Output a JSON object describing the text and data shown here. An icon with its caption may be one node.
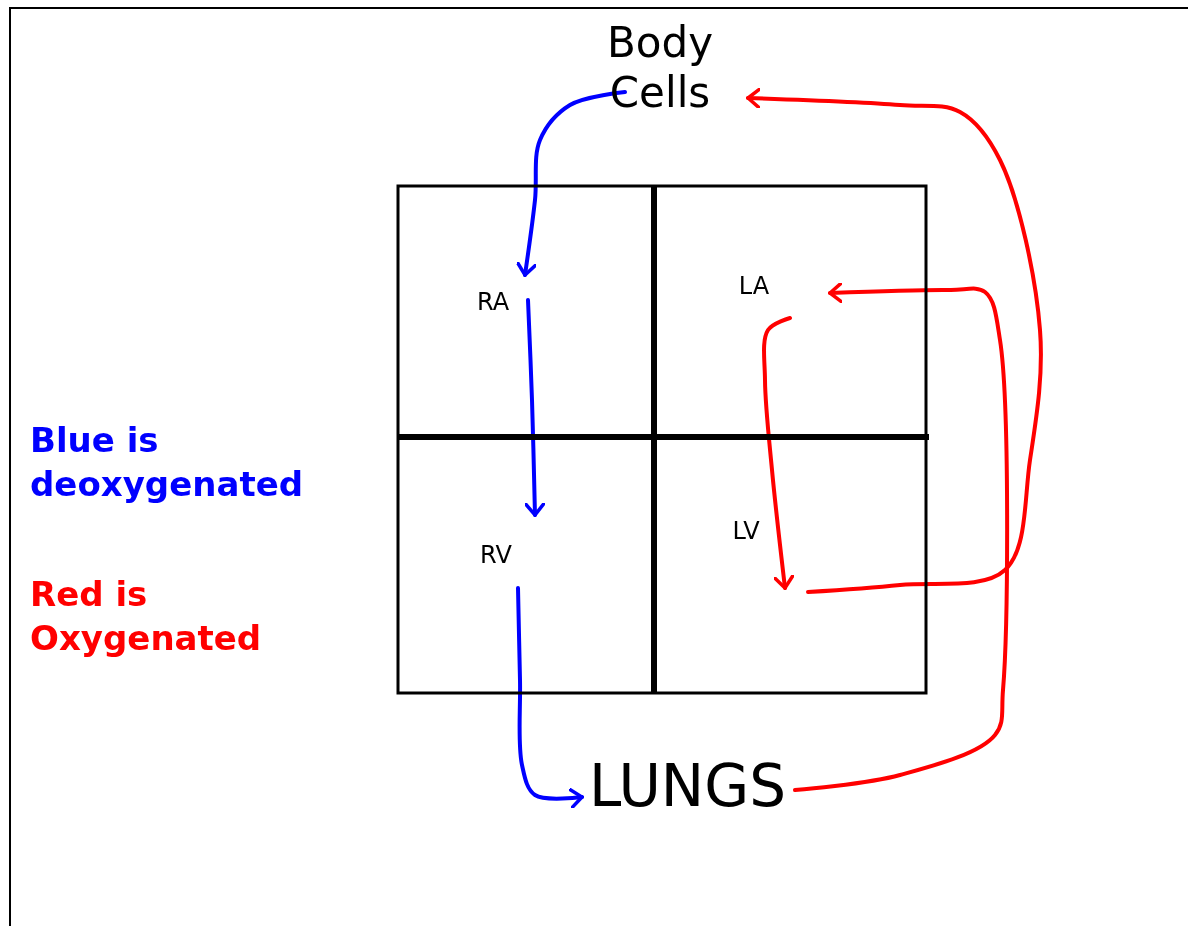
{
  "diagram": {
    "nodes": [
      {
        "text": [
          "Body Cells"
        ]
      },
      {
        "text": [],
        "shape": "box"
      },
      {
        "text": [
          "RA"
        ],
        "in": 1
      },
      {
        "text": [
          "LA"
        ],
        "in": 1
      },
      {
        "text": [
          "RV"
        ],
        "in": 1
      },
      {
        "text": [
          "LV"
        ],
        "in": 1
      },
      {
        "text": [
          "LUNGS"
        ]
      }
    ],
    "edges": [
      {
        "from": 0,
        "to": 2,
        "arrow": "to",
        "color": "#0000ff"
      },
      {
        "from": 2,
        "to": 4,
        "arrow": "to",
        "color": "#0000ff"
      },
      {
        "from": 4,
        "to": 6,
        "arrow": "to",
        "color": "#0000ff"
      },
      {
        "from": 6,
        "to": 3,
        "arrow": "to",
        "color": "#ff0000"
      },
      {
        "from": 3,
        "to": 5,
        "arrow": "to",
        "color": "#ff0000"
      },
      {
        "from": 5,
        "to": 0,
        "arrow": "to",
        "color": "#ff0000"
      }
    ],
    "legend": [
      {
        "text": "Blue is deoxygenated",
        "color": "#0000ff"
      },
      {
        "text": "Red is Oxygenated",
        "color": "#ff0000"
      }
    ]
  }
}
